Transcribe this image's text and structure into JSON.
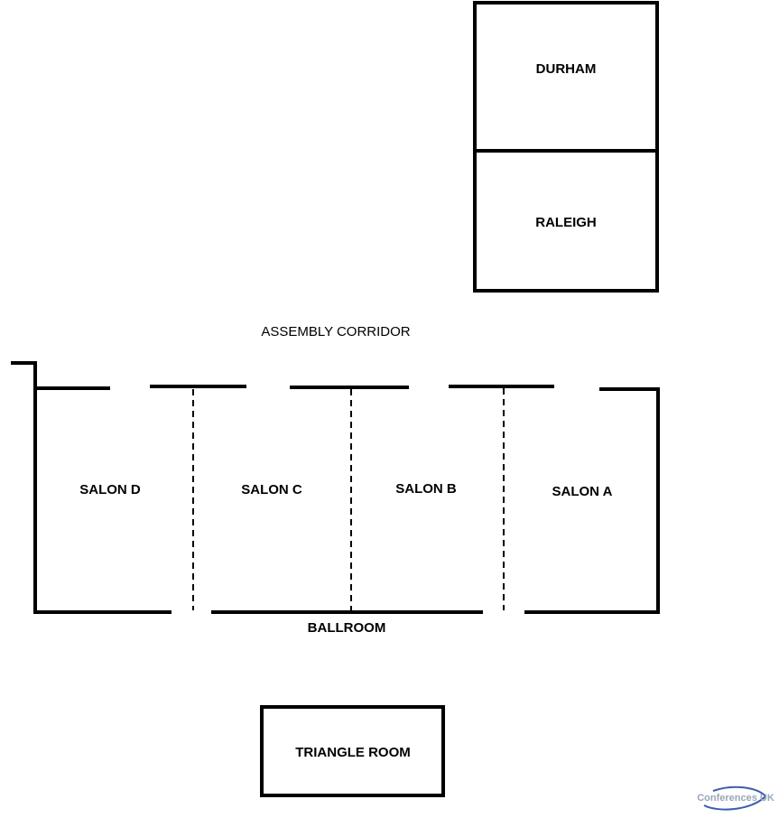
{
  "rooms": {
    "durham": "DURHAM",
    "raleigh": "RALEIGH",
    "salon_d": "SALON D",
    "salon_c": "SALON C",
    "salon_b": "SALON B",
    "salon_a": "SALON A",
    "triangle_room": "TRIANGLE ROOM"
  },
  "areas": {
    "assembly_corridor": "ASSEMBLY CORRIDOR",
    "ballroom": "BALLROOM"
  },
  "watermark": {
    "text": "Conferences UK"
  },
  "colors": {
    "wall": "#000000",
    "background": "#ffffff",
    "watermark_text": "#9aa6b8",
    "watermark_swoosh": "#3b5fa8"
  }
}
